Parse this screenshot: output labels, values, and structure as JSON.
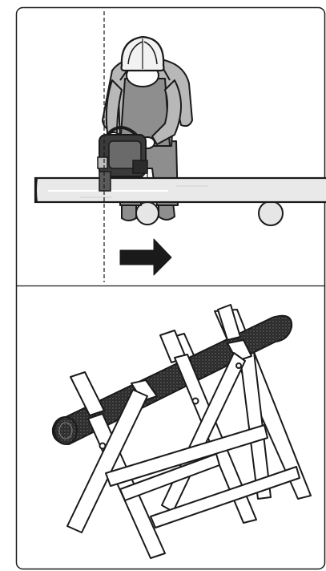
{
  "figure": {
    "panels": [
      {
        "id": "chainsaw-cutting-log",
        "icon": "person-chainsaw-log-illustration",
        "arrow_icon": "right-arrow-icon"
      },
      {
        "id": "log-on-sawhorse",
        "icon": "sawhorse-log-illustration"
      }
    ],
    "colors": {
      "line": "#1a1a1a",
      "helmet": "#f2f2f2",
      "shirt": "#b8b8b8",
      "overalls": "#8e8e8e",
      "skin": "#ffffff",
      "log_light": "#e9e9e9",
      "log_dark": "#2b2b2b",
      "saw_body": "#3a3a3a",
      "roller": "#e6e6e6",
      "arrow": "#1a1a1a",
      "wood": "#ffffff"
    }
  }
}
